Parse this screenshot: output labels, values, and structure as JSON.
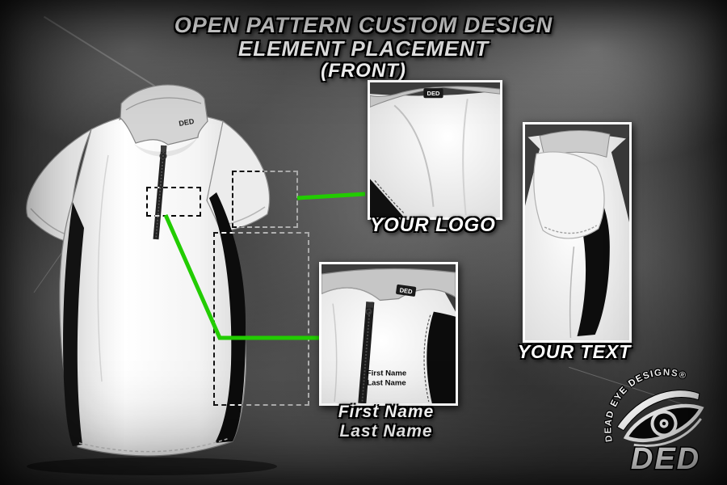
{
  "title": {
    "line1": "OPEN PATTERN CUSTOM DESIGN",
    "line2": "ELEMENT PLACEMENT",
    "line3": "(FRONT)"
  },
  "callouts": {
    "logo": {
      "label": "YOUR LOGO"
    },
    "text": {
      "label": "YOUR TEXT"
    },
    "name": {
      "label_line1": "First Name",
      "label_line2": "Last Name"
    }
  },
  "shirt_details": {
    "collar_brand": "DED",
    "name_placeholder_line1": "First Name",
    "name_placeholder_line2": "Last Name"
  },
  "brand": {
    "arc_text": "DEAD EYE DESIGNS®",
    "wordmark": "DED"
  },
  "colors": {
    "accent_green": "#22cc00",
    "shirt_white": "#f2f2f2",
    "panel_black": "#0d0d0d",
    "background_base": "#4a4a4a"
  }
}
